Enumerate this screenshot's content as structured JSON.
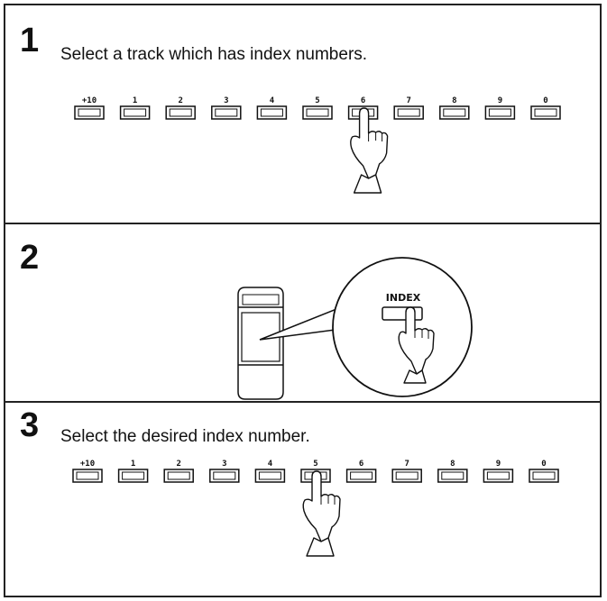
{
  "steps": [
    {
      "number": "1",
      "instruction": "Select a track which has index numbers.",
      "keys": [
        "+10",
        "1",
        "2",
        "3",
        "4",
        "5",
        "6",
        "7",
        "8",
        "9",
        "0"
      ],
      "pressed_key": "6"
    },
    {
      "number": "2",
      "button_label": "INDEX"
    },
    {
      "number": "3",
      "instruction": "Select the desired index number.",
      "keys": [
        "+10",
        "1",
        "2",
        "3",
        "4",
        "5",
        "6",
        "7",
        "8",
        "9",
        "0"
      ],
      "pressed_key": "5"
    }
  ],
  "icons": [
    "keypad-button-icon",
    "pressing-hand-icon",
    "remote-control-icon",
    "magnifier-callout-icon"
  ]
}
